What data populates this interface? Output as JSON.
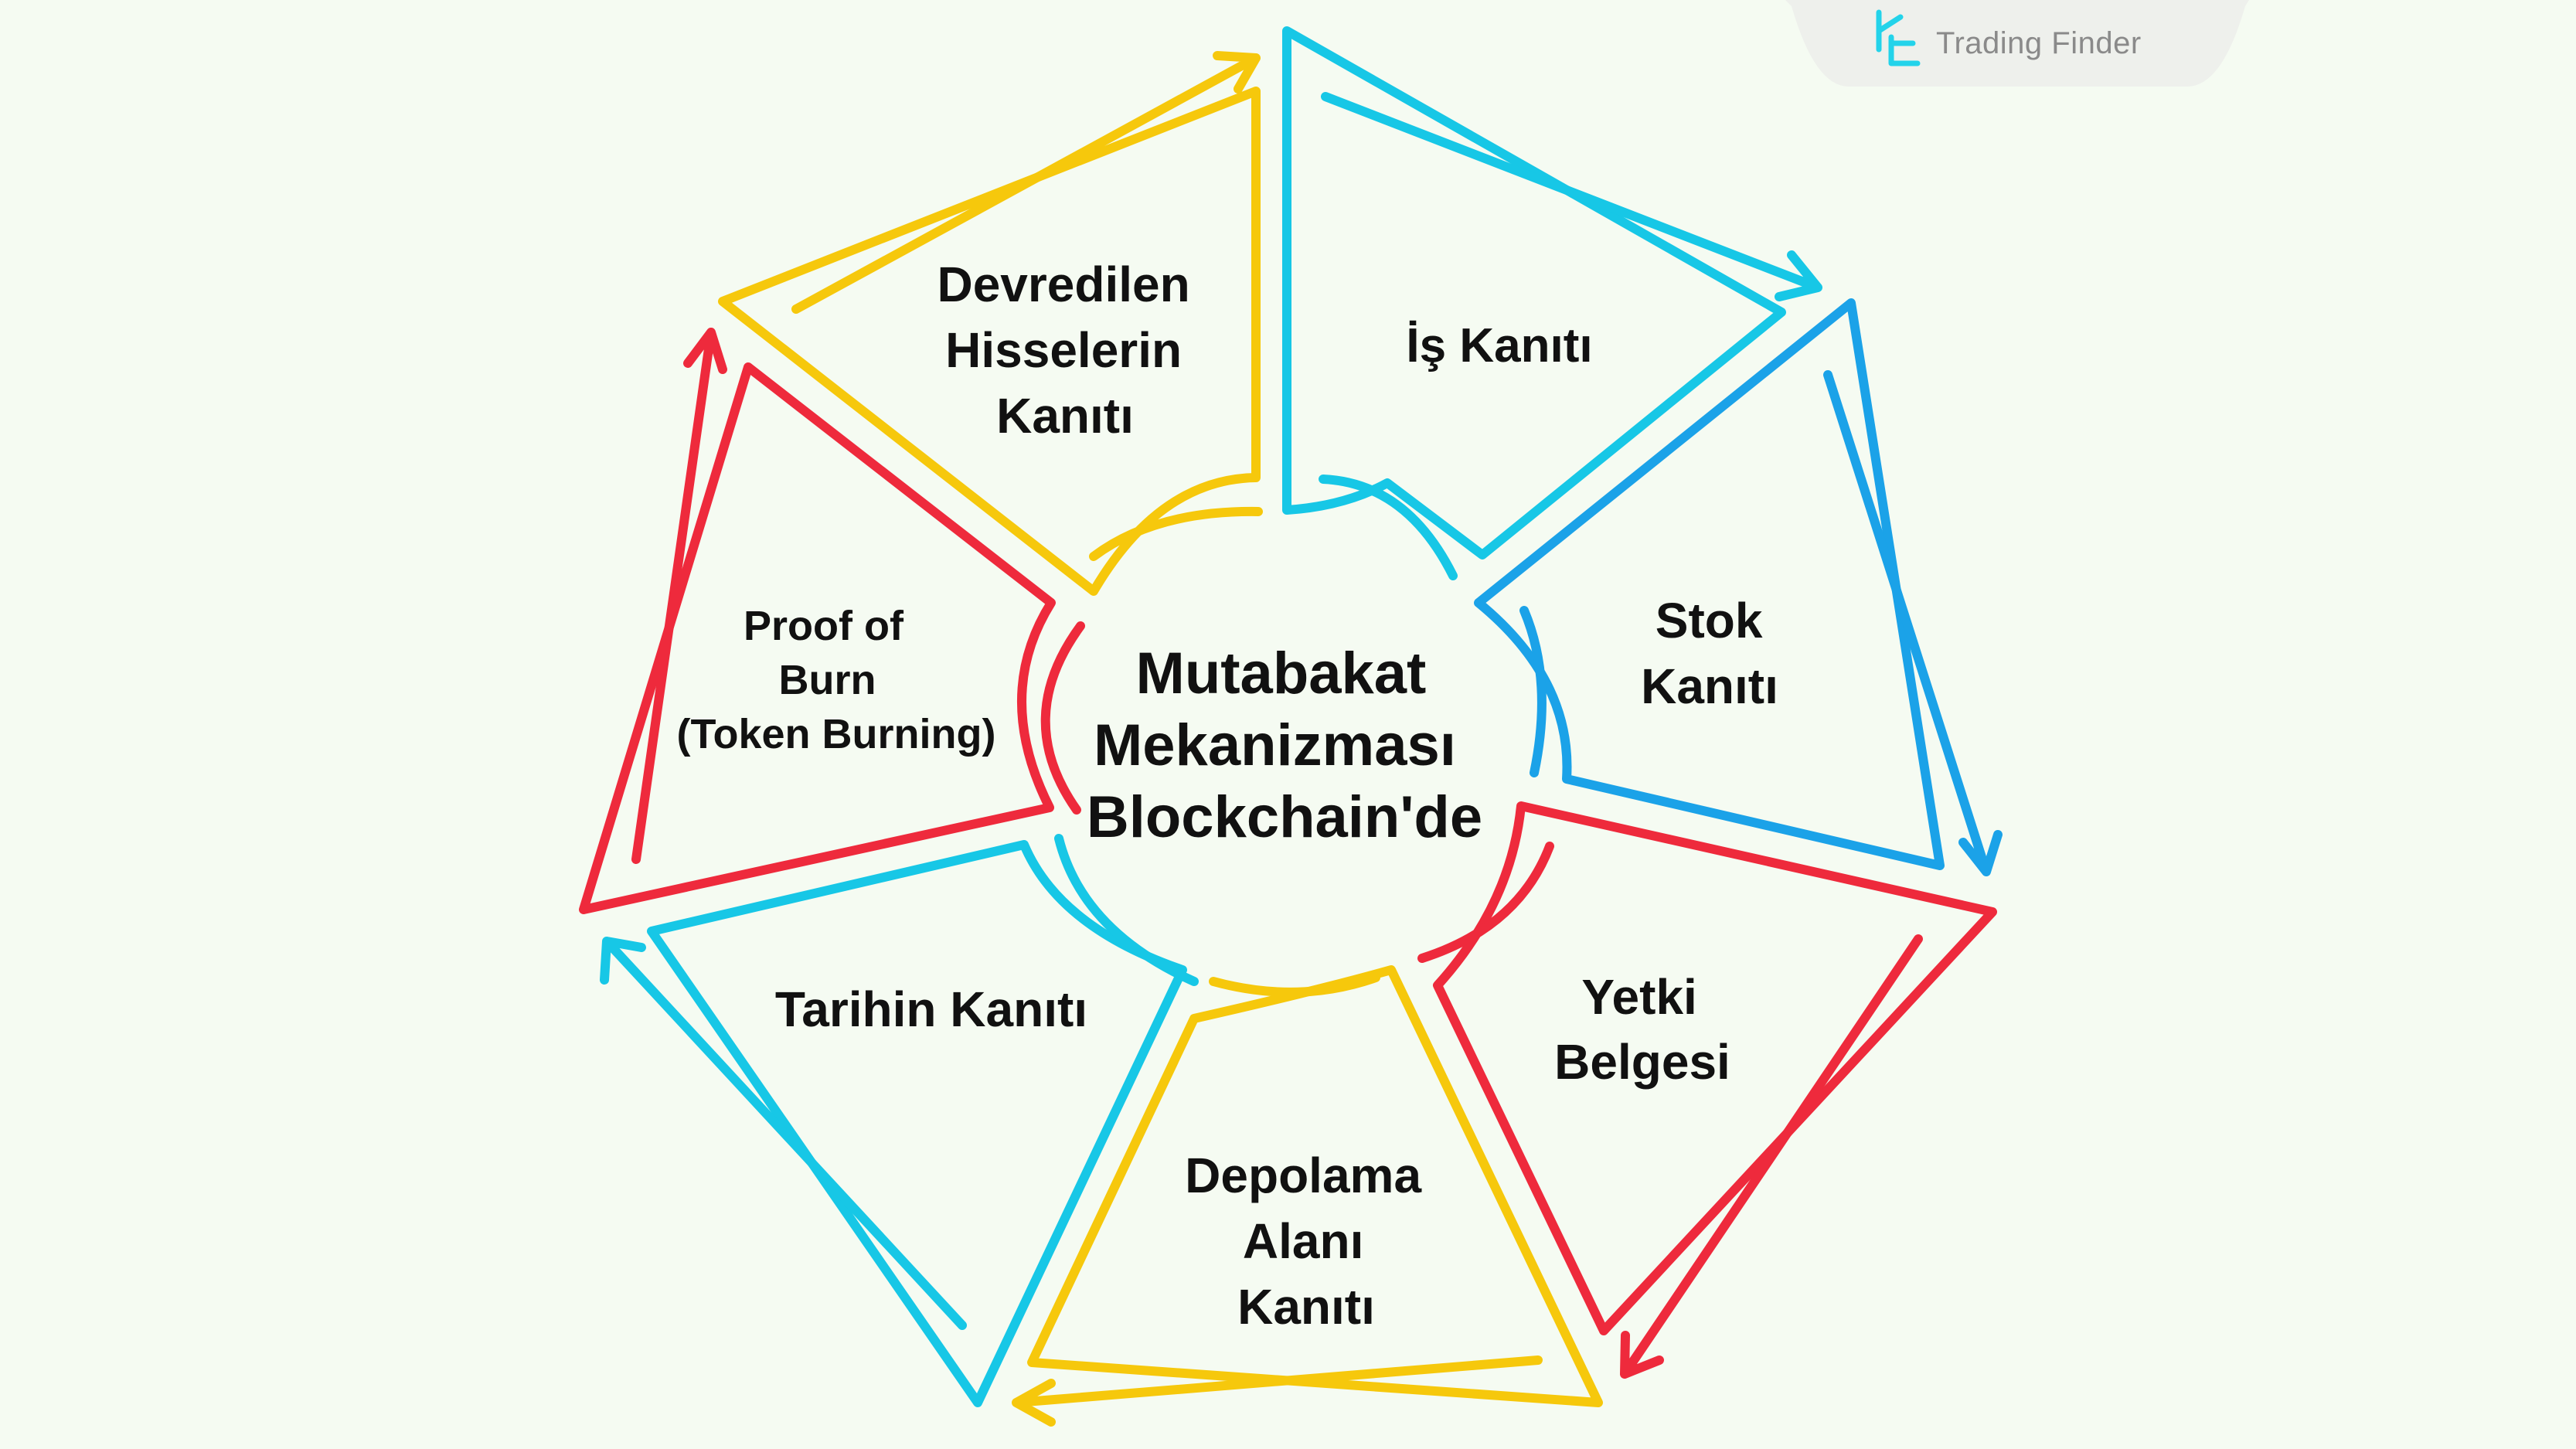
{
  "logo": {
    "icon": "trading-finder-logo-icon",
    "text": "Trading Finder"
  },
  "center": {
    "lines": [
      "Mutabakat",
      "Mekanizması",
      "Blockchain'de"
    ]
  },
  "segments": [
    {
      "id": "pow",
      "color": "#17c7e6",
      "lines": [
        "İş Kanıtı"
      ]
    },
    {
      "id": "pos",
      "color": "#1ba2e8",
      "lines": [
        "Stok",
        "Kanıtı"
      ]
    },
    {
      "id": "poa",
      "color": "#ee2a3c",
      "lines": [
        "Yetki",
        "Belgesi"
      ]
    },
    {
      "id": "posp",
      "color": "#f6c80c",
      "lines": [
        "Depolama",
        "Alanı",
        "Kanıtı"
      ]
    },
    {
      "id": "poh",
      "color": "#17c7e6",
      "lines": [
        "Tarihin Kanıtı"
      ]
    },
    {
      "id": "pob",
      "color": "#ee2a3c",
      "lines": [
        "Proof of",
        "Burn",
        "(Token Burning)"
      ]
    },
    {
      "id": "dpos",
      "color": "#f6c80c",
      "lines": [
        "Devredilen",
        "Hisselerin",
        "Kanıtı"
      ]
    }
  ],
  "colors": {
    "background": "#f5fbf2",
    "cyan": "#17c7e6",
    "blue": "#1ba2e8",
    "red": "#ee2a3c",
    "yellow": "#f6c80c",
    "text": "#111111"
  }
}
